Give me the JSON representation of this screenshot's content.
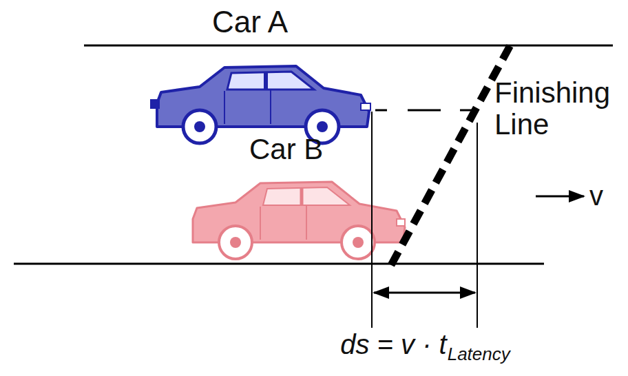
{
  "diagram": {
    "labels": [
      "Car A",
      "Finishing Line",
      "Car B",
      "v",
      "ds = v · t",
      "Latency"
    ]
  }
}
